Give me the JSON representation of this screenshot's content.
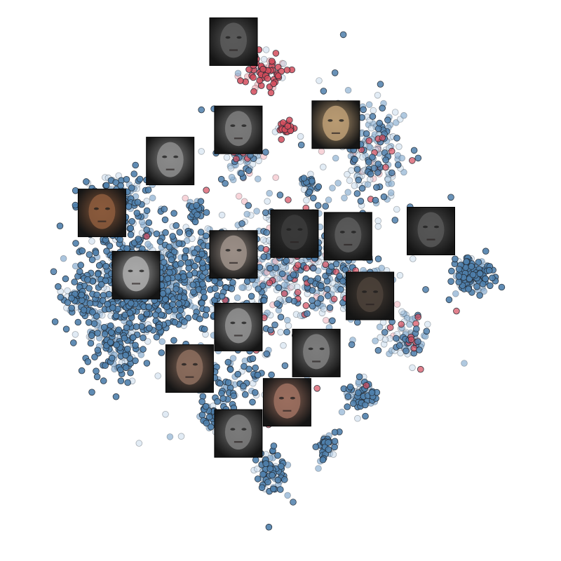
{
  "chart_data": {
    "type": "scatter",
    "title": "",
    "xlabel": "",
    "ylabel": "",
    "xlim": [
      0,
      100
    ],
    "ylim": [
      0,
      100
    ],
    "grid": false,
    "axes_visible": false,
    "legend": "none",
    "marker": "circle",
    "colors": {
      "blue_dark": "#4f7fac",
      "blue_mid": "#8fb2d3",
      "blue_light": "#cbdcec",
      "red_dark": "#d44c5c",
      "red_light": "#f2b8bf",
      "edge": "#222a33"
    },
    "clusters": [
      {
        "name": "left-mass",
        "cx": 18,
        "cy": 46,
        "sx": 6.0,
        "sy": 6.5,
        "n": 520,
        "tone": "blue"
      },
      {
        "name": "left-upper",
        "cx": 16,
        "cy": 63,
        "sx": 3.5,
        "sy": 3.0,
        "n": 120,
        "tone": "blue"
      },
      {
        "name": "left-lower",
        "cx": 16,
        "cy": 35,
        "sx": 3.0,
        "sy": 2.5,
        "n": 90,
        "tone": "blue"
      },
      {
        "name": "far-left",
        "cx": 8,
        "cy": 45,
        "sx": 1.3,
        "sy": 1.5,
        "n": 30,
        "tone": "blue"
      },
      {
        "name": "center-left",
        "cx": 30,
        "cy": 48,
        "sx": 5.5,
        "sy": 5.0,
        "n": 330,
        "tone": "blue"
      },
      {
        "name": "center",
        "cx": 50,
        "cy": 50,
        "sx": 6.0,
        "sy": 6.0,
        "n": 330,
        "tone": "mixed"
      },
      {
        "name": "center-right",
        "cx": 62,
        "cy": 49,
        "sx": 4.0,
        "sy": 4.0,
        "n": 150,
        "tone": "mixed"
      },
      {
        "name": "right-cluster",
        "cx": 89,
        "cy": 49,
        "sx": 2.1,
        "sy": 1.7,
        "n": 150,
        "tone": "blue"
      },
      {
        "name": "right-lower",
        "cx": 75,
        "cy": 37,
        "sx": 2.3,
        "sy": 2.2,
        "n": 80,
        "tone": "mixed"
      },
      {
        "name": "upper-right",
        "cx": 68,
        "cy": 72,
        "sx": 3.5,
        "sy": 5.0,
        "n": 190,
        "tone": "mixed"
      },
      {
        "name": "top-red",
        "cx": 46.5,
        "cy": 88,
        "sx": 2.0,
        "sy": 1.7,
        "n": 80,
        "tone": "red"
      },
      {
        "name": "mid-red",
        "cx": 51,
        "cy": 77,
        "sx": 1.2,
        "sy": 1.1,
        "n": 28,
        "tone": "red"
      },
      {
        "name": "upper-mid",
        "cx": 42,
        "cy": 71,
        "sx": 2.3,
        "sy": 2.0,
        "n": 55,
        "tone": "mixed"
      },
      {
        "name": "small-mid",
        "cx": 55.5,
        "cy": 66,
        "sx": 0.9,
        "sy": 1.0,
        "n": 26,
        "tone": "blue"
      },
      {
        "name": "small-upper-left",
        "cx": 32.5,
        "cy": 61.5,
        "sx": 1.0,
        "sy": 1.0,
        "n": 22,
        "tone": "blue"
      },
      {
        "name": "lower-center",
        "cx": 40,
        "cy": 30,
        "sx": 4.0,
        "sy": 3.0,
        "n": 80,
        "tone": "blue"
      },
      {
        "name": "lower-right-small",
        "cx": 66,
        "cy": 26,
        "sx": 1.5,
        "sy": 1.8,
        "n": 60,
        "tone": "blue"
      },
      {
        "name": "bottom-left-small",
        "cx": 36,
        "cy": 22,
        "sx": 1.8,
        "sy": 1.5,
        "n": 45,
        "tone": "blue"
      },
      {
        "name": "bottom",
        "cx": 48,
        "cy": 11,
        "sx": 1.3,
        "sy": 2.2,
        "n": 75,
        "tone": "blue"
      },
      {
        "name": "bottom-right",
        "cx": 59.5,
        "cy": 16,
        "sx": 0.9,
        "sy": 1.4,
        "n": 40,
        "tone": "blue"
      },
      {
        "name": "scatter-noise",
        "cx": 50,
        "cy": 50,
        "sx": 20.0,
        "sy": 18.0,
        "n": 120,
        "tone": "mixed"
      }
    ],
    "thumbnails": [
      {
        "name": "face-top",
        "x": 40,
        "y": 94,
        "shade": "#5a5a5a"
      },
      {
        "name": "face-hooded",
        "x": 41,
        "y": 77,
        "shade": "#7a7a7a"
      },
      {
        "name": "face-upper-right",
        "x": 61,
        "y": 78,
        "shade": "#b89a72"
      },
      {
        "name": "face-left-upper",
        "x": 27,
        "y": 71,
        "shade": "#8a8a8a"
      },
      {
        "name": "face-left",
        "x": 13,
        "y": 61,
        "shade": "#8a5a3c"
      },
      {
        "name": "face-left-mid",
        "x": 20,
        "y": 49,
        "shade": "#a8a8a8"
      },
      {
        "name": "face-blurred",
        "x": 40,
        "y": 53,
        "shade": "#9a8e86"
      },
      {
        "name": "face-center-a",
        "x": 52.5,
        "y": 57,
        "shade": "#3a3a3a"
      },
      {
        "name": "face-center-b",
        "x": 63.5,
        "y": 56.5,
        "shade": "#5a5a5a"
      },
      {
        "name": "face-right",
        "x": 80.5,
        "y": 57.5,
        "shade": "#555555"
      },
      {
        "name": "face-right-mid",
        "x": 68,
        "y": 45,
        "shade": "#4a4038"
      },
      {
        "name": "face-center-low",
        "x": 41,
        "y": 39,
        "shade": "#8e8e8e"
      },
      {
        "name": "face-lower-right",
        "x": 57,
        "y": 34,
        "shade": "#7c7c7c"
      },
      {
        "name": "face-lower-left",
        "x": 31,
        "y": 31,
        "shade": "#8a6c5c"
      },
      {
        "name": "face-bottom-right",
        "x": 51,
        "y": 24.5,
        "shade": "#9a6e5e"
      },
      {
        "name": "face-bottom-left",
        "x": 41,
        "y": 18.5,
        "shade": "#7a7a7a"
      }
    ]
  }
}
